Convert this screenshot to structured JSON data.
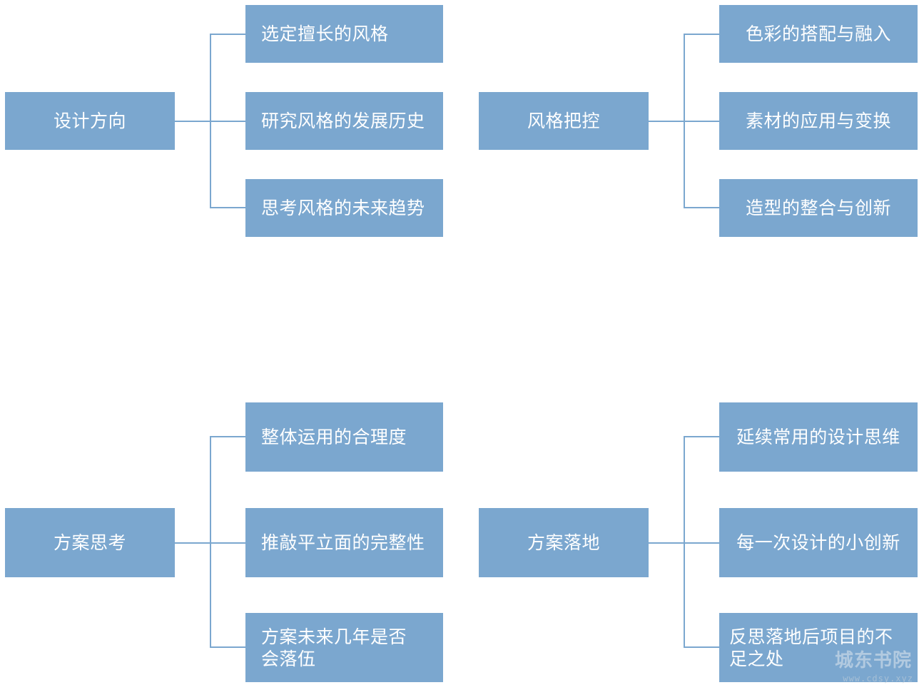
{
  "diagrams": [
    {
      "root": "设计方向",
      "children": [
        "选定擅长的风格",
        "研究风格的发展历史",
        "思考风格的未来趋势"
      ]
    },
    {
      "root": "风格把控",
      "children": [
        "色彩的搭配与融入",
        "素材的应用与变换",
        "造型的整合与创新"
      ]
    },
    {
      "root": "方案思考",
      "children": [
        "整体运用的合理度",
        "推敲平立面的完整性",
        "方案未来几年是否",
        "会落伍"
      ]
    },
    {
      "root": "方案落地",
      "children": [
        "延续常用的设计思维",
        "每一次设计的小创新",
        "反思落地后项目的不",
        "足之处"
      ]
    }
  ],
  "watermark": {
    "title": "城东书院",
    "url": "www.cdsy.xyz"
  },
  "colors": {
    "box": "#7ba7cf",
    "line": "#7ba7cf",
    "text": "#ffffff"
  }
}
